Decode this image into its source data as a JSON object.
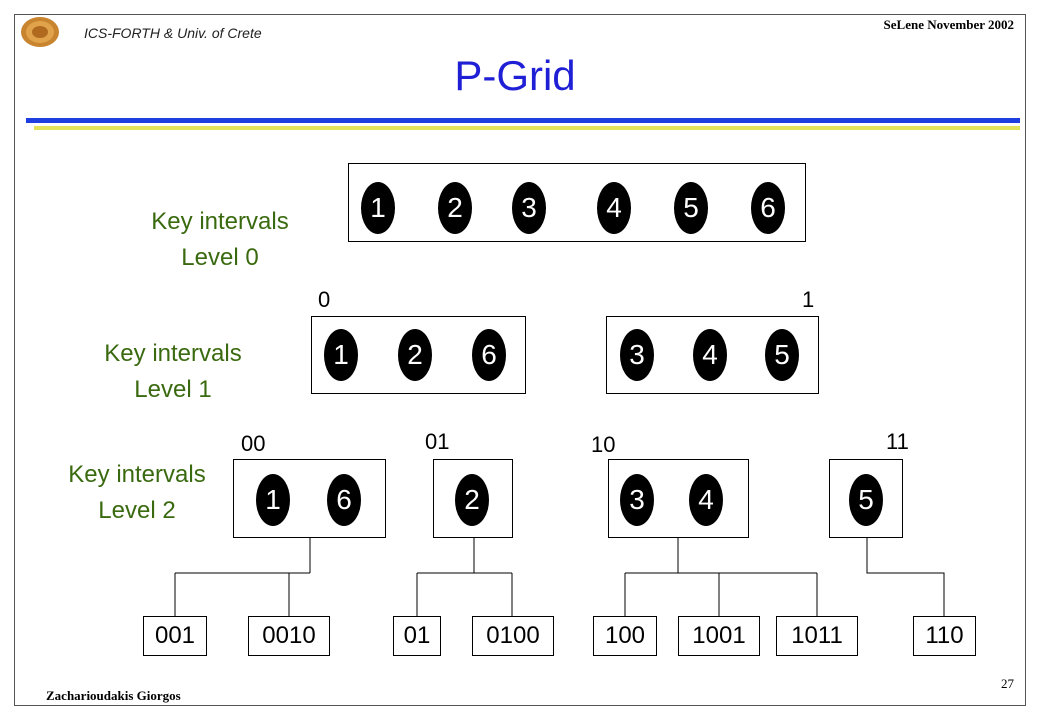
{
  "header": {
    "institution": "ICS-FORTH & Univ. of Crete",
    "conference": "SeLene November 2002",
    "logo_icon": "seal-logo-icon"
  },
  "title": "P-Grid",
  "levels": [
    {
      "line1": "Key intervals",
      "line2": "Level 0"
    },
    {
      "line1": "Key intervals",
      "line2": "Level 1"
    },
    {
      "line1": "Key intervals",
      "line2": "Level 2"
    }
  ],
  "level0": {
    "nodes": [
      "1",
      "2",
      "3",
      "4",
      "5",
      "6"
    ]
  },
  "level1": [
    {
      "code": "0",
      "nodes": [
        "1",
        "2",
        "6"
      ]
    },
    {
      "code": "1",
      "nodes": [
        "3",
        "4",
        "5"
      ]
    }
  ],
  "level2": [
    {
      "code": "00",
      "nodes": [
        "1",
        "6"
      ]
    },
    {
      "code": "01",
      "nodes": [
        "2"
      ]
    },
    {
      "code": "10",
      "nodes": [
        "3",
        "4"
      ]
    },
    {
      "code": "11",
      "nodes": [
        "5"
      ]
    }
  ],
  "leaves": [
    "001",
    "0010",
    "01",
    "0100",
    "100",
    "1001",
    "1011",
    "110"
  ],
  "footer": {
    "author": "Zacharioudakis Giorgos",
    "page": "27"
  },
  "colors": {
    "title": "#1f1fd6",
    "level_label": "#3a6a10",
    "rule_blue": "#1f3ee0",
    "rule_yellow": "#e3e35a"
  }
}
